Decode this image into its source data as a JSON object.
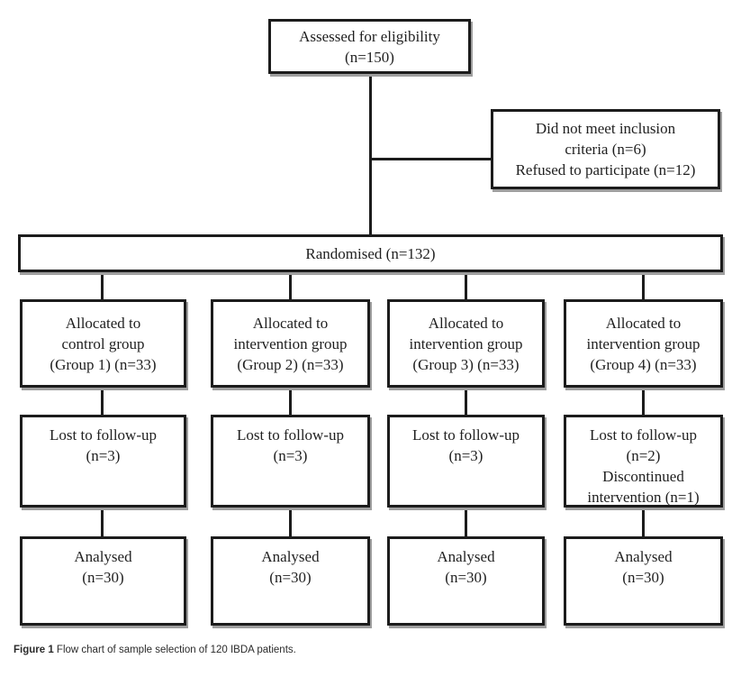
{
  "figure": {
    "type": "consort-flow-chart",
    "colors": {
      "box_border": "#1c1c1c",
      "box_shadow": "#9e9e9e",
      "background": "#ffffff",
      "text": "#1f1f1f"
    },
    "boxes": {
      "assessed": {
        "text": "Assessed for eligibility\n(n=150)"
      },
      "excluded": {
        "text": "Did not meet inclusion\ncriteria (n=6)\nRefused to participate (n=12)"
      },
      "randomised": {
        "text": "Randomised (n=132)"
      },
      "allocation": [
        {
          "text": "Allocated to\ncontrol group\n(Group 1) (n=33)"
        },
        {
          "text": "Allocated to\nintervention group\n(Group 2) (n=33)"
        },
        {
          "text": "Allocated to\nintervention group\n(Group 3) (n=33)"
        },
        {
          "text": "Allocated to\nintervention group\n(Group 4) (n=33)"
        }
      ],
      "followup": [
        {
          "text": "Lost to follow-up\n(n=3)"
        },
        {
          "text": "Lost to follow-up\n(n=3)"
        },
        {
          "text": "Lost to follow-up\n(n=3)"
        },
        {
          "text": "Lost to follow-up\n(n=2)\nDiscontinued\nintervention (n=1)"
        }
      ],
      "analysed": [
        {
          "text": "Analysed\n(n=30)"
        },
        {
          "text": "Analysed\n(n=30)"
        },
        {
          "text": "Analysed\n(n=30)"
        },
        {
          "text": "Analysed\n(n=30)"
        }
      ]
    },
    "caption": {
      "label": "Figure 1",
      "text": " Flow chart of sample selection of 120 IBDA patients."
    }
  }
}
